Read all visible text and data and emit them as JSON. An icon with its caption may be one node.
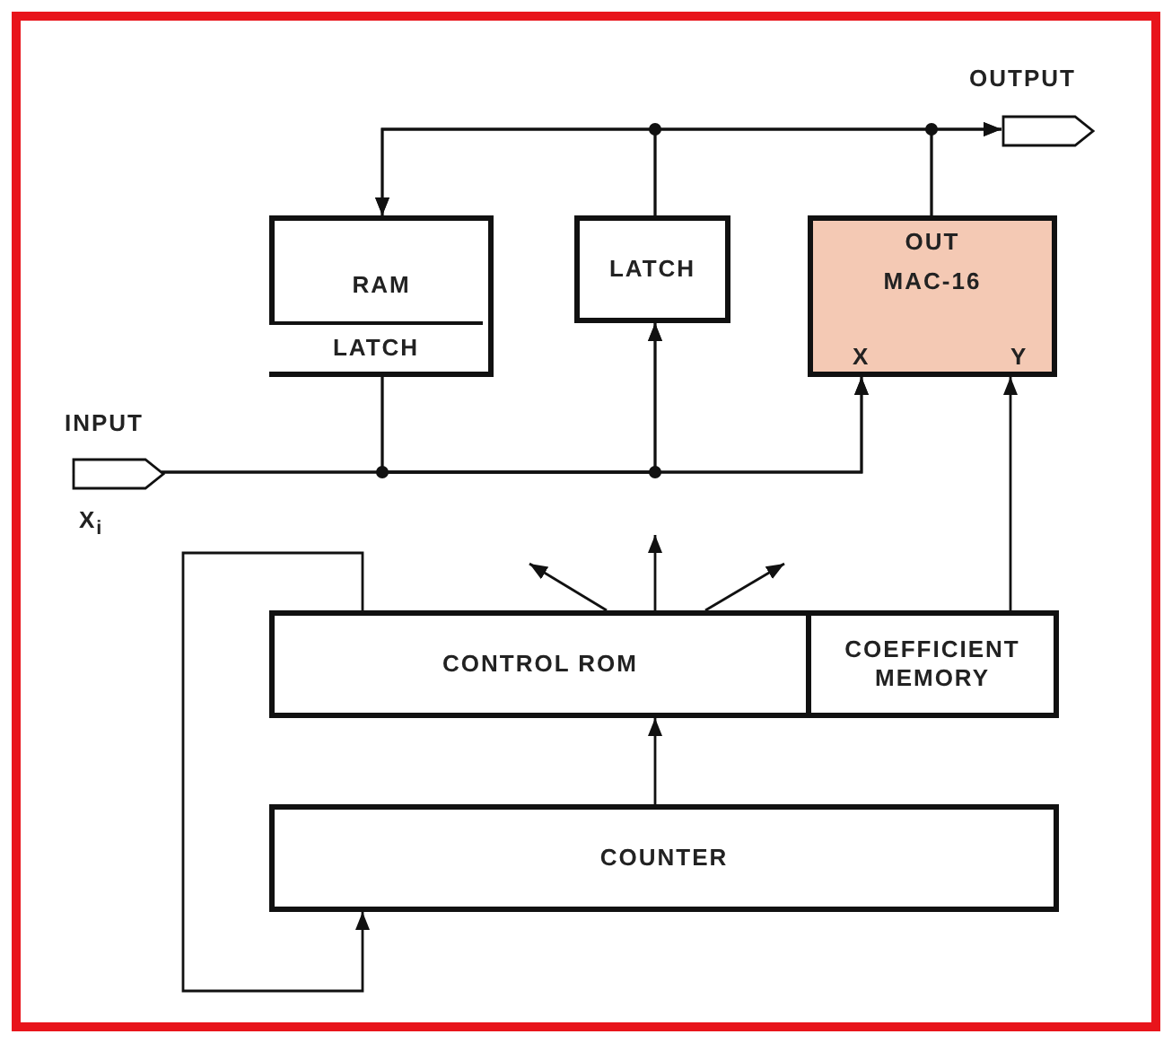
{
  "diagram": {
    "nodes": [
      {
        "text": [
          "RAM"
        ]
      },
      {
        "text": [
          "LATCH"
        ],
        "in": 0
      },
      {
        "text": [
          "LATCH"
        ]
      },
      {
        "text": [
          "OUT",
          "MAC-16",
          "X",
          "Y"
        ]
      },
      {
        "text": [
          "OUTPUT"
        ]
      },
      {
        "text": [
          "INPUT",
          "X$_{i}$"
        ]
      },
      {
        "text": [
          "CONTROL ROM"
        ]
      },
      {
        "text": [
          "COEFFICIENT MEMORY"
        ]
      },
      {
        "text": [
          "COUNTER"
        ]
      }
    ],
    "edges": [
      {
        "from": 5,
        "to": 2,
        "arrow": "to"
      },
      {
        "from": 5,
        "to": 3,
        "arrow": "to"
      },
      {
        "from": 1,
        "to": 2,
        "arrow": "to"
      },
      {
        "from": 1,
        "to": 3,
        "arrow": "to"
      },
      {
        "from": 2,
        "to": 0,
        "arrow": "to"
      },
      {
        "from": 2,
        "to": 4,
        "arrow": "to"
      },
      {
        "from": 3,
        "to": 0,
        "arrow": "to"
      },
      {
        "from": 3,
        "to": 4,
        "arrow": "to"
      },
      {
        "from": 7,
        "to": 3,
        "arrow": "to"
      },
      {
        "from": 8,
        "to": 6,
        "arrow": "to"
      },
      {
        "from": 6,
        "to": 8,
        "arrow": "to"
      },
      {
        "from": 6,
        "to": null,
        "arrow": "to"
      },
      {
        "from": 6,
        "to": null,
        "arrow": "to"
      },
      {
        "from": 6,
        "to": null,
        "arrow": "to"
      }
    ]
  }
}
